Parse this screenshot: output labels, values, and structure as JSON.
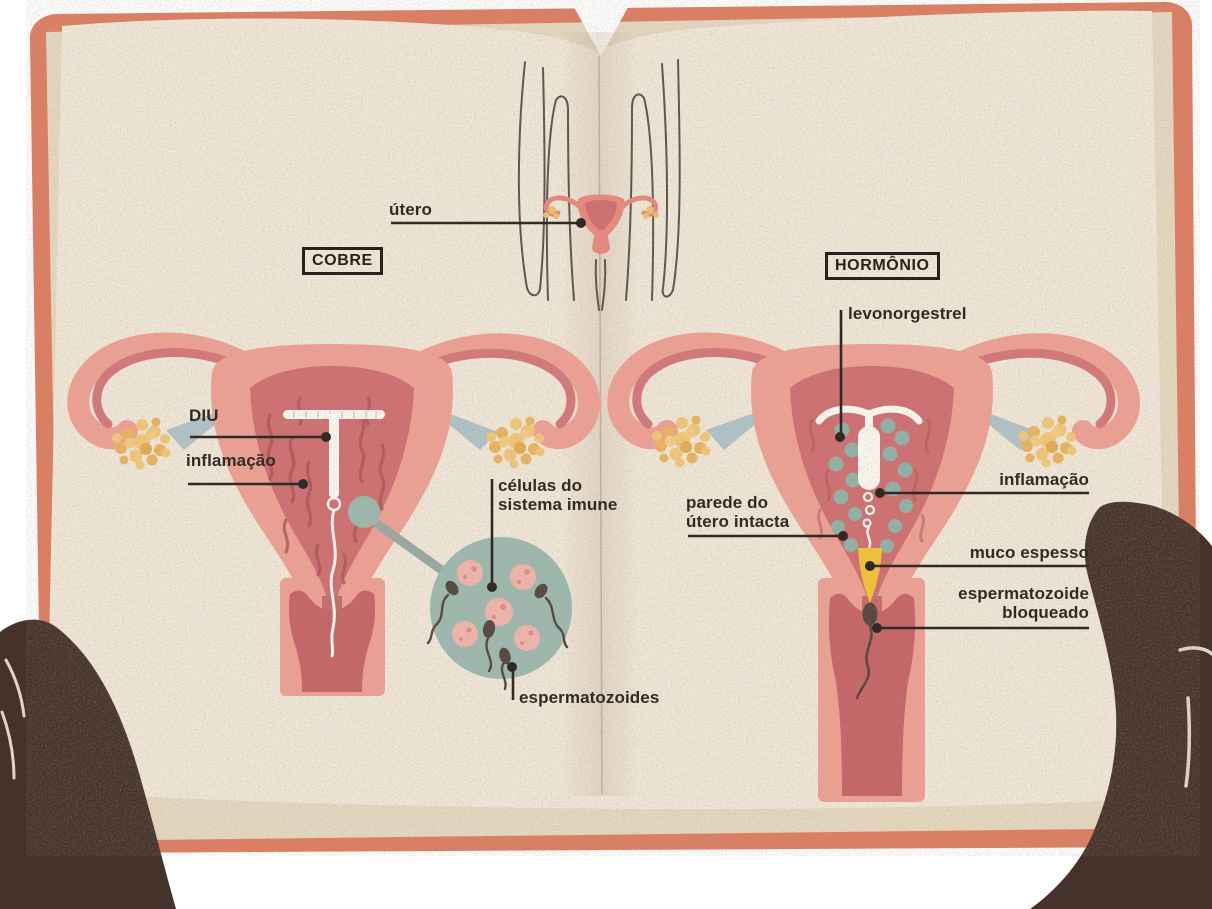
{
  "figure": {
    "top": {
      "utero_label": "útero"
    },
    "copper_section": {
      "title": "COBRE",
      "diu_label": "DIU",
      "inflamacao_label": "inflamação",
      "celulas_label_line1": "células do",
      "celulas_label_line2": "sistema imune",
      "espermatozoides_label": "espermatozoides"
    },
    "hormonal_section": {
      "title": "HORMÔNIO",
      "levonorgestrel_label": "levonorgestrel",
      "parede_label_line1": "parede do",
      "parede_label_line2": "útero intacta",
      "inflamacao_label": "inflamação",
      "muco_label": "muco espesso",
      "espermatozoide_label_line1": "espermatozoide",
      "espermatozoide_label_line2": "bloqueado"
    },
    "colors": {
      "page": "#f1e8d9",
      "cover": "#dd7d61",
      "page_stack": "#e6d8c1",
      "uterus_outer": "#efa094",
      "uterus_inner": "#cf6e70",
      "inflammation_squiggle": "#a85458",
      "ovary_yellow": "#eec06b",
      "ligament_blue": "#a9bfc8",
      "lens_teal": "#9cb9b0",
      "hormone_dot_teal": "#8eb2a8",
      "mucus_yellow": "#f2c433",
      "sperm_dark": "#50443c",
      "immune_cell_pink": "#f3b5ab",
      "hand_brown": "#45322b",
      "label_text": "#2f2b26"
    }
  }
}
